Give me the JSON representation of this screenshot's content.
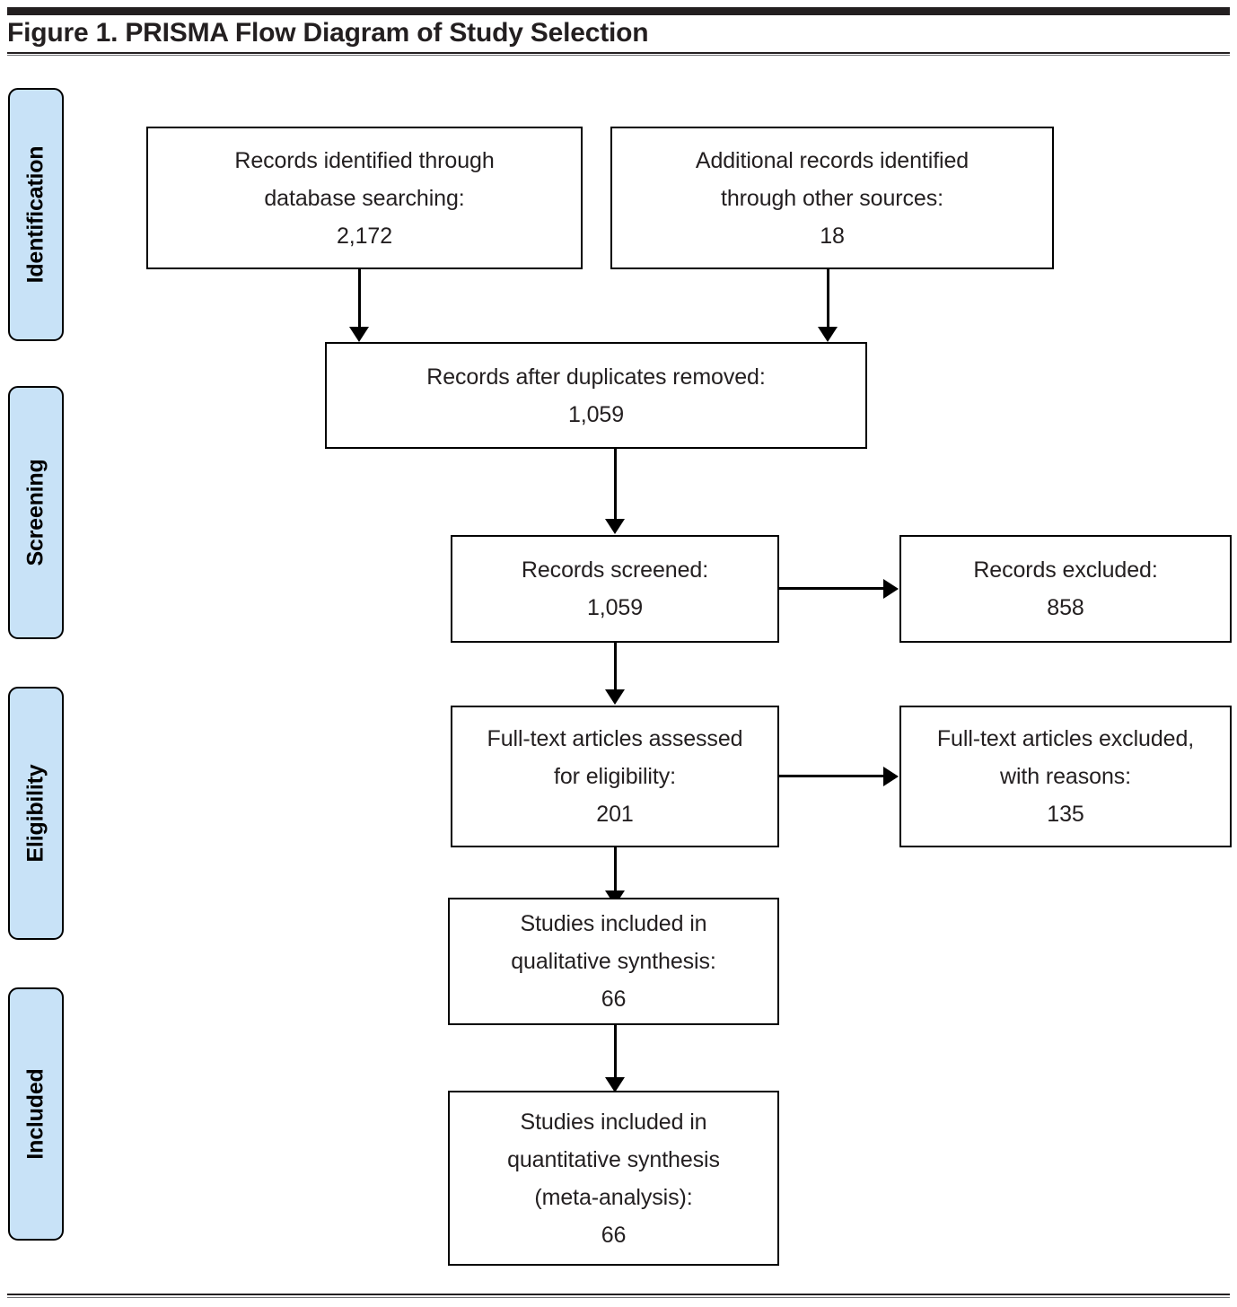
{
  "figure": {
    "title": "Figure 1. PRISMA Flow Diagram of Study Selection"
  },
  "colors": {
    "stage_fill": "#c8e2f7",
    "stroke": "#000000",
    "text": "#231f20"
  },
  "stages": [
    {
      "label": "Identification"
    },
    {
      "label": "Screening"
    },
    {
      "label": "Eligibility"
    },
    {
      "label": "Included"
    }
  ],
  "nodes": {
    "database_search": {
      "line1": "Records identified through",
      "line2": "database searching:",
      "value": "2,172"
    },
    "other_sources": {
      "line1": "Additional records identified",
      "line2": "through other sources:",
      "value": "18"
    },
    "duplicates_removed": {
      "line1": "Records after duplicates removed:",
      "value": "1,059"
    },
    "records_screened": {
      "line1": "Records screened:",
      "value": "1,059"
    },
    "records_excluded": {
      "line1": "Records excluded:",
      "value": "858"
    },
    "fulltext_assessed": {
      "line1": "Full-text articles assessed",
      "line2": "for eligibility:",
      "value": "201"
    },
    "fulltext_excluded": {
      "line1": "Full-text articles excluded,",
      "line2": "with reasons:",
      "value": "135"
    },
    "qualitative_synthesis": {
      "line1": "Studies included in",
      "line2": "qualitative synthesis:",
      "value": "66"
    },
    "quantitative_synthesis": {
      "line1": "Studies included in",
      "line2": "quantitative synthesis",
      "line3": "(meta-analysis):",
      "value": "66"
    }
  }
}
